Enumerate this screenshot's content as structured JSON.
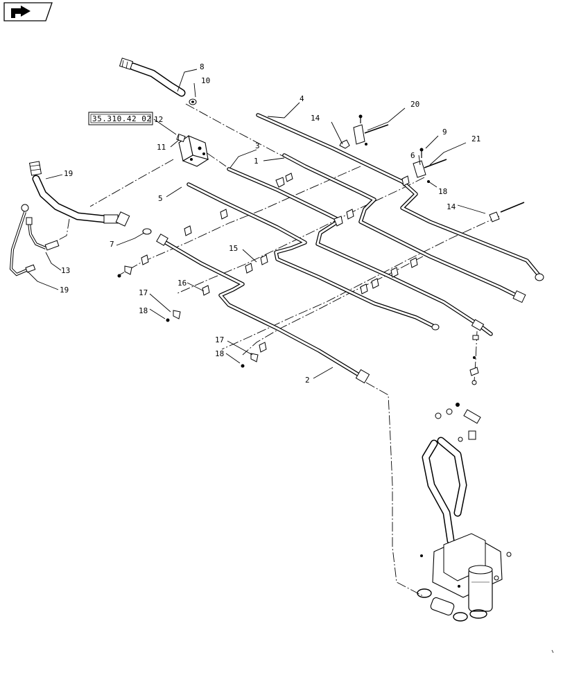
{
  "reference_box": {
    "text": "35.310.42 02"
  },
  "callouts": [
    {
      "id": "c1",
      "text": "1"
    },
    {
      "id": "c2",
      "text": "2"
    },
    {
      "id": "c3",
      "text": "3"
    },
    {
      "id": "c4",
      "text": "4"
    },
    {
      "id": "c5",
      "text": "5"
    },
    {
      "id": "c6",
      "text": "6"
    },
    {
      "id": "c7",
      "text": "7"
    },
    {
      "id": "c8",
      "text": "8"
    },
    {
      "id": "c9",
      "text": "9"
    },
    {
      "id": "c10",
      "text": "10"
    },
    {
      "id": "c11",
      "text": "11"
    },
    {
      "id": "c12",
      "text": "12"
    },
    {
      "id": "c13",
      "text": "13"
    },
    {
      "id": "c14a",
      "text": "14"
    },
    {
      "id": "c14b",
      "text": "14"
    },
    {
      "id": "c15",
      "text": "15"
    },
    {
      "id": "c16",
      "text": "16"
    },
    {
      "id": "c17a",
      "text": "17"
    },
    {
      "id": "c17b",
      "text": "17"
    },
    {
      "id": "c18a",
      "text": "18"
    },
    {
      "id": "c18b",
      "text": "18"
    },
    {
      "id": "c18c",
      "text": "18"
    },
    {
      "id": "c19a",
      "text": "19"
    },
    {
      "id": "c19b",
      "text": "19"
    },
    {
      "id": "c20",
      "text": "20"
    },
    {
      "id": "c21",
      "text": "21"
    }
  ],
  "nav_icon": "navigate-arrow-icon"
}
